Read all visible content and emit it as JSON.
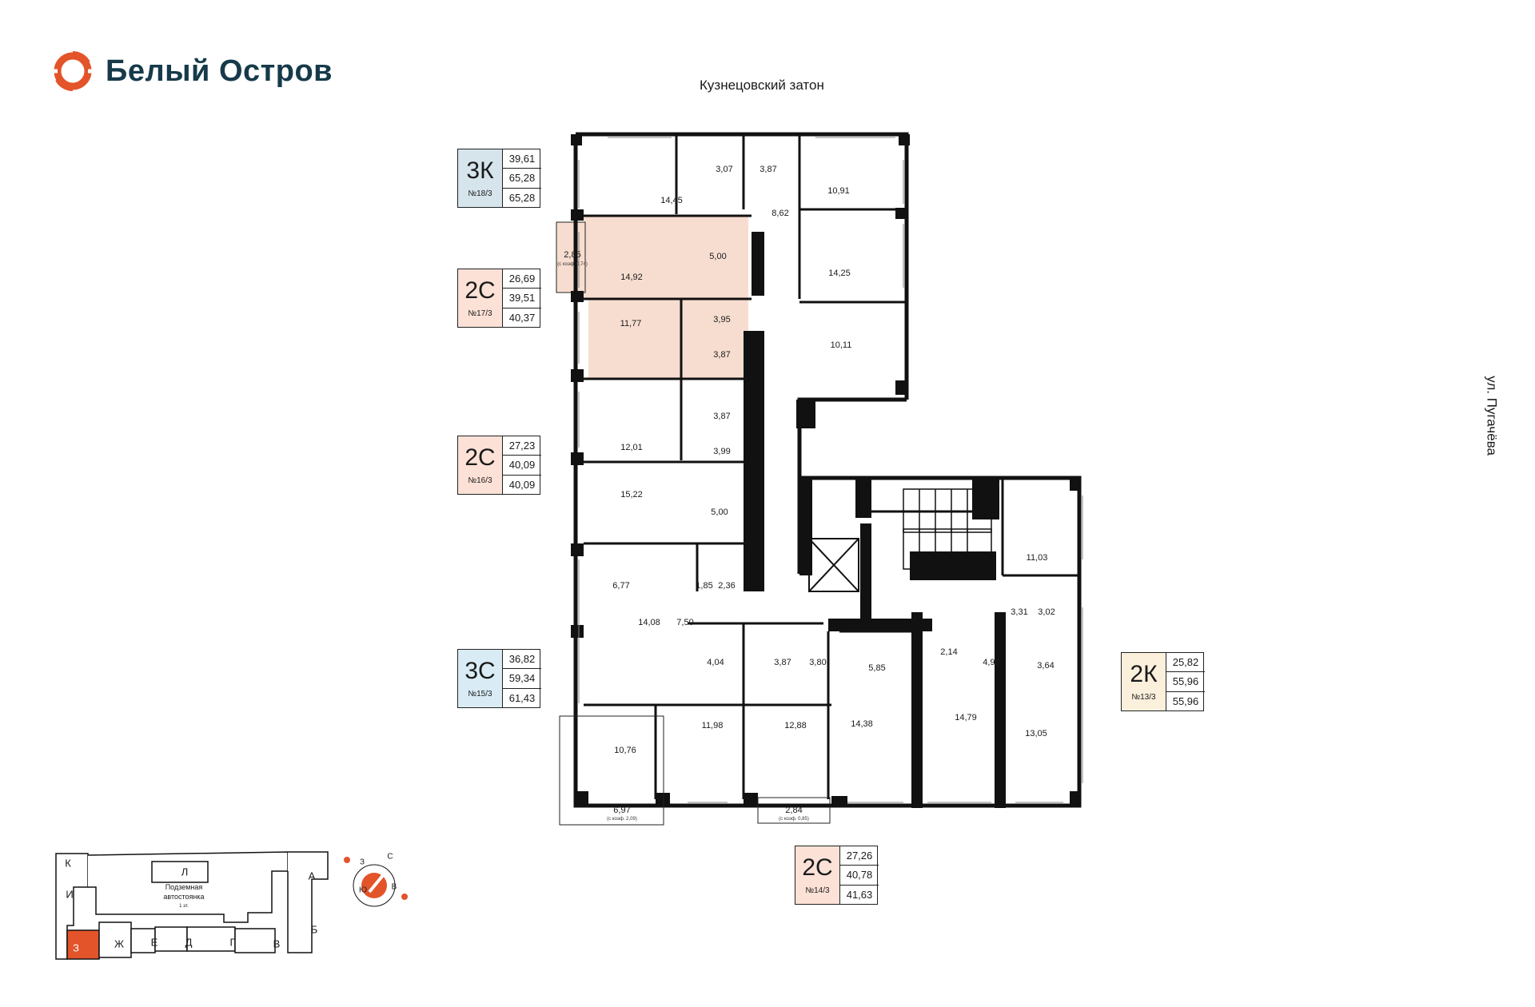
{
  "brand": {
    "name": "Белый Остров",
    "logo_icon": "brand-ring-logo",
    "accent_color": "#e3542a",
    "text_color": "#163a4a"
  },
  "streets": {
    "north": "Кузнецовский затон",
    "east": "ул. Пугачёва"
  },
  "colors": {
    "wall": "#111111",
    "highlight_fill": "#f7ddd0",
    "card_3k": "#d6e4ec",
    "card_2c": "#fbe1d6",
    "card_3c": "#d9ecf5",
    "card_2k": "#fbf0dc"
  },
  "apartments": [
    {
      "type": "3К",
      "number": "№18/3",
      "areas": [
        "39,61",
        "65,28",
        "65,28"
      ]
    },
    {
      "type": "2С",
      "number": "№17/3",
      "areas": [
        "26,69",
        "39,51",
        "40,37"
      ]
    },
    {
      "type": "2С",
      "number": "№16/3",
      "areas": [
        "27,23",
        "40,09",
        "40,09"
      ]
    },
    {
      "type": "3С",
      "number": "№15/3",
      "areas": [
        "36,82",
        "59,34",
        "61,43"
      ]
    },
    {
      "type": "2С",
      "number": "№14/3",
      "areas": [
        "27,26",
        "40,78",
        "41,63"
      ]
    },
    {
      "type": "2К",
      "number": "№13/3",
      "areas": [
        "25,82",
        "55,96",
        "55,96"
      ]
    }
  ],
  "rooms": [
    "14,45",
    "3,07",
    "3,87",
    "10,91",
    "8,62",
    "2,85",
    "14,92",
    "5,00",
    "14,25",
    "11,77",
    "3,95",
    "3,87",
    "10,11",
    "3,87",
    "12,01",
    "3,99",
    "15,22",
    "5,00",
    "11,03",
    "6,77",
    "1,85",
    "2,36",
    "3,31",
    "3,02",
    "14,08",
    "7,50",
    "4,04",
    "3,87",
    "3,80",
    "5,85",
    "2,14",
    "4,98",
    "3,64",
    "10,76",
    "11,98",
    "12,88",
    "14,38",
    "14,79",
    "13,05",
    "6,97",
    "2,84"
  ],
  "loggia_notes": [
    "(с коэф. 0,74)",
    "(с коэф. 2,09)",
    "(с коэф. 0,85)"
  ],
  "site_plan": {
    "sections": [
      "К",
      "Л",
      "А",
      "И",
      "Б",
      "З",
      "Ж",
      "Е",
      "Д",
      "Г",
      "В"
    ],
    "parking_label": "Подземная автостоянка",
    "parking_sub": "1 эт.",
    "active_section": "З"
  },
  "compass": {
    "north": "С",
    "south": "Ю",
    "west": "З",
    "east": "В"
  }
}
